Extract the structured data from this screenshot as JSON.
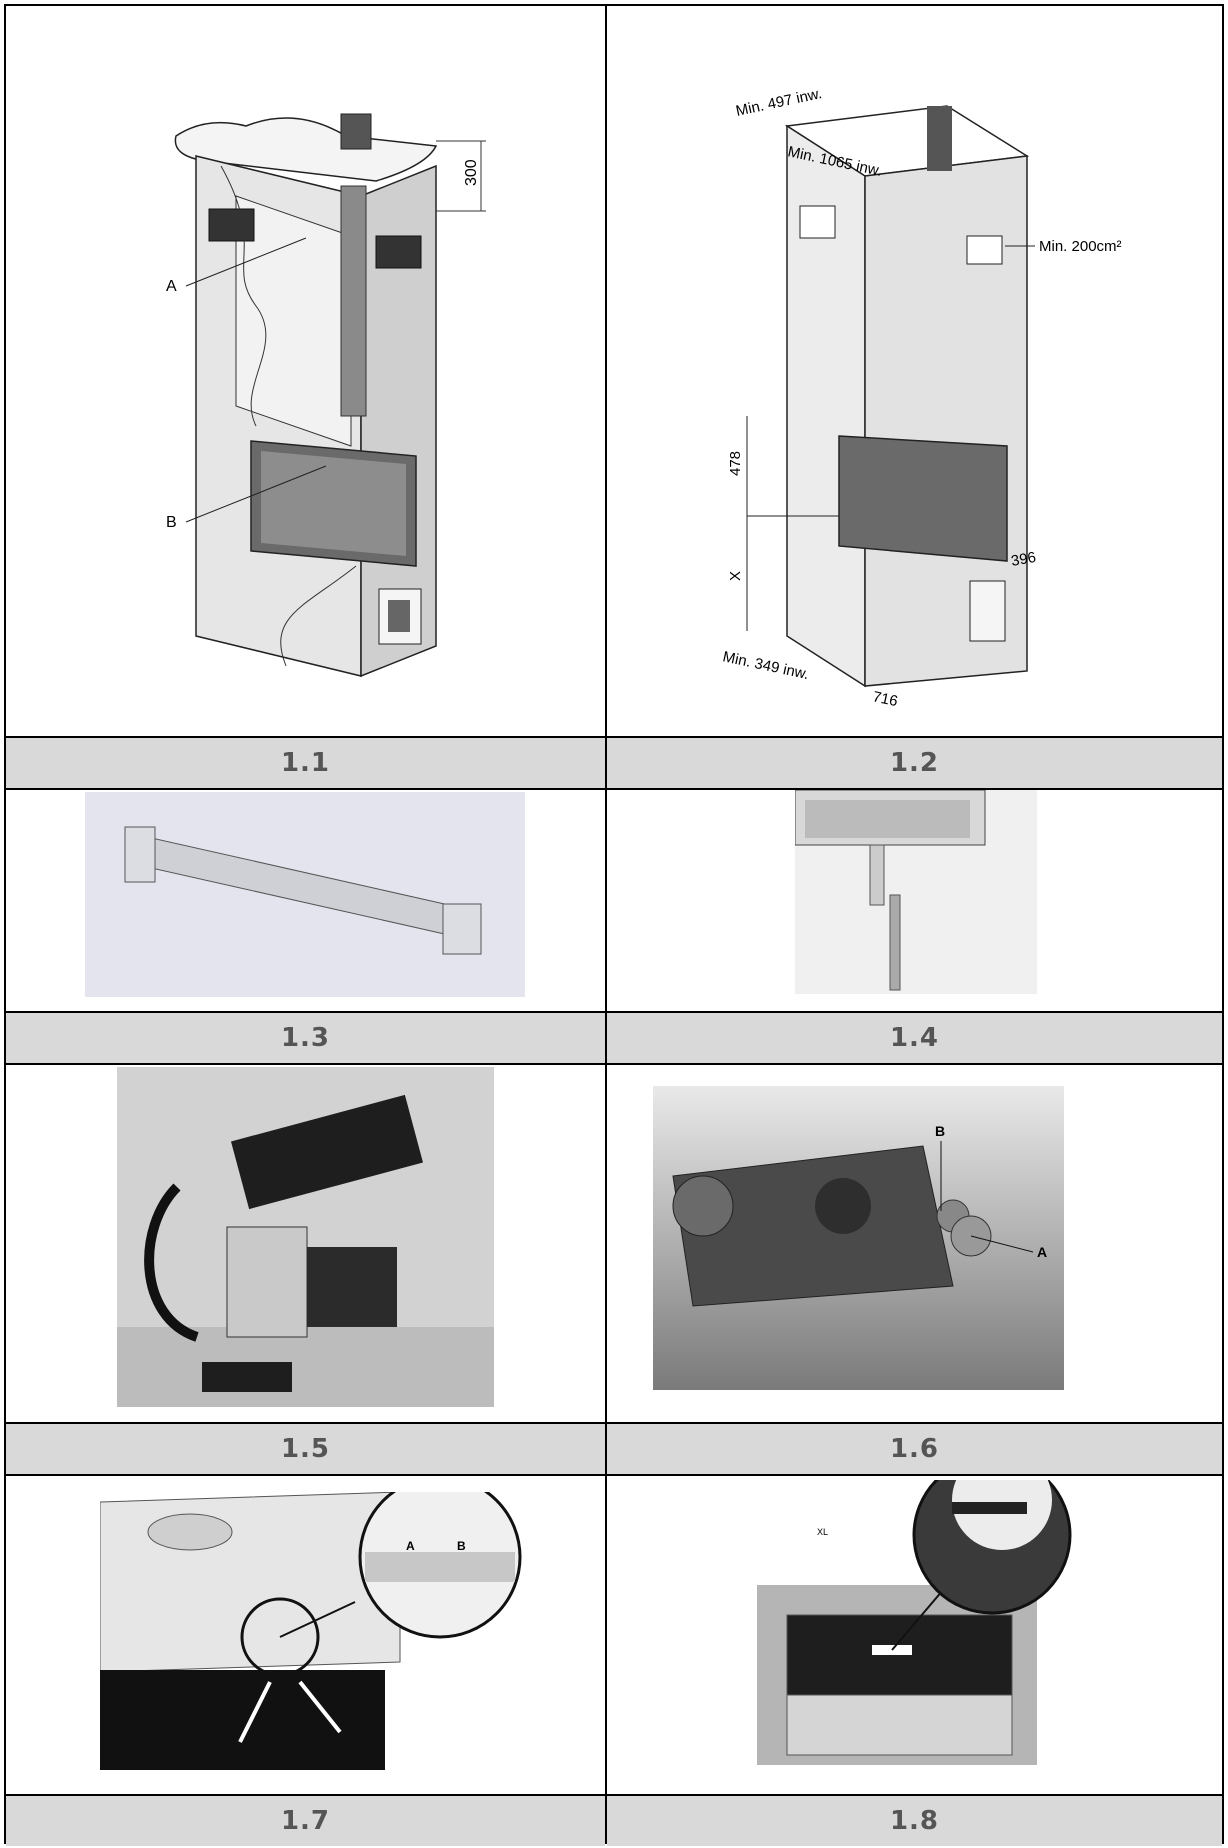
{
  "figures": [
    {
      "caption": "1.1",
      "labels": {
        "a": "A",
        "b": "B",
        "dim_top": "300"
      }
    },
    {
      "caption": "1.2",
      "labels": {
        "depth": "Min. 497 inw.",
        "width": "Min. 1065 inw.",
        "vent": "Min. 200cm²",
        "h478": "478",
        "hx": "X",
        "w396": "396",
        "w716": "716",
        "min349": "Min. 349 inw."
      }
    },
    {
      "caption": "1.3"
    },
    {
      "caption": "1.4"
    },
    {
      "caption": "1.5"
    },
    {
      "caption": "1.6",
      "labels": {
        "a": "A",
        "b": "B"
      }
    },
    {
      "caption": "1.7",
      "labels": {
        "a": "A",
        "b": "B"
      }
    },
    {
      "caption": "1.8",
      "labels": {
        "xl": "XL"
      }
    }
  ]
}
